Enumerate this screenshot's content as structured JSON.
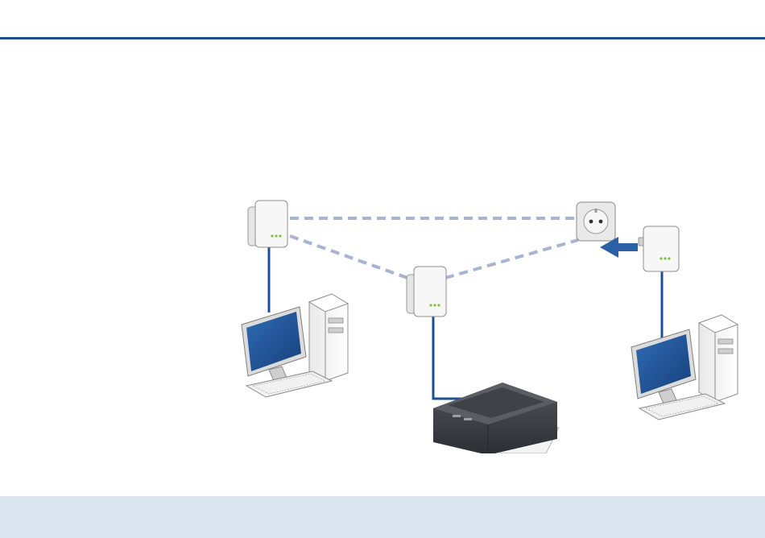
{
  "colors": {
    "accent_rule": "#1f4e8c",
    "footer_band": "#dae5ef",
    "cable_blue": "#1e4f96",
    "powerline_dashed": "#a9b4d2",
    "arrow_blue": "#2b5fa6",
    "screen_blue": "#1f4f92",
    "device_white": "#f2f2f2",
    "printer_dark": "#3a3d42",
    "led_green": "#7cc242"
  },
  "diagram": {
    "nodes": [
      {
        "id": "adapter-left",
        "kind": "powerline-adapter",
        "icon": "powerline-adapter-icon"
      },
      {
        "id": "adapter-center",
        "kind": "powerline-adapter",
        "icon": "powerline-adapter-icon"
      },
      {
        "id": "adapter-right",
        "kind": "powerline-adapter",
        "icon": "powerline-adapter-icon"
      },
      {
        "id": "wall-socket",
        "kind": "wall-socket",
        "icon": "wall-socket-icon"
      },
      {
        "id": "computer-left",
        "kind": "desktop-computer",
        "icon": "desktop-computer-icon"
      },
      {
        "id": "computer-right",
        "kind": "desktop-computer",
        "icon": "desktop-computer-icon"
      },
      {
        "id": "printer",
        "kind": "printer",
        "icon": "printer-icon"
      }
    ],
    "links": [
      {
        "from": "adapter-left",
        "to": "wall-socket",
        "kind": "powerline"
      },
      {
        "from": "adapter-left",
        "to": "adapter-center",
        "kind": "powerline"
      },
      {
        "from": "adapter-center",
        "to": "wall-socket",
        "kind": "powerline"
      },
      {
        "from": "adapter-left",
        "to": "computer-left",
        "kind": "ethernet"
      },
      {
        "from": "adapter-center",
        "to": "printer",
        "kind": "ethernet"
      },
      {
        "from": "adapter-right",
        "to": "computer-right",
        "kind": "ethernet"
      },
      {
        "from": "adapter-right",
        "to": "wall-socket",
        "kind": "plug-in"
      }
    ]
  }
}
